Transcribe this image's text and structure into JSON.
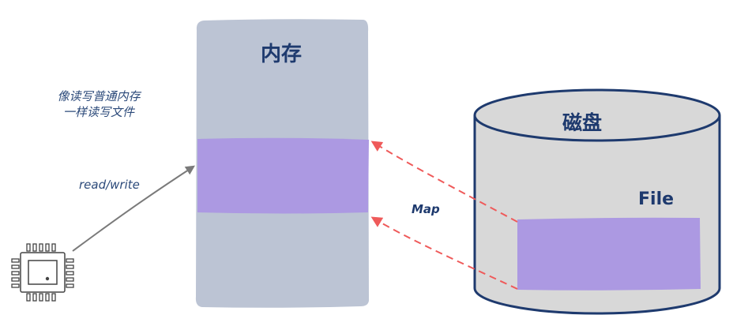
{
  "memory": {
    "title": "内存"
  },
  "disk": {
    "title": "磁盘",
    "file_label": "File"
  },
  "annotations": {
    "rw_note_line1": "像读写普通内存",
    "rw_note_line2": "一样读写文件",
    "read_write": "read/write",
    "map": "Map"
  },
  "colors": {
    "memory_block": "#bcc4d4",
    "mapped_region": "#ac99e2",
    "disk_fill": "#d8d8d8",
    "disk_outline": "#1e3a6e",
    "map_arrow": "#ef5a5a",
    "rw_arrow": "#7a7a7a",
    "text": "#1e3a6e"
  },
  "icons": {
    "cpu": "cpu-chip-icon"
  }
}
